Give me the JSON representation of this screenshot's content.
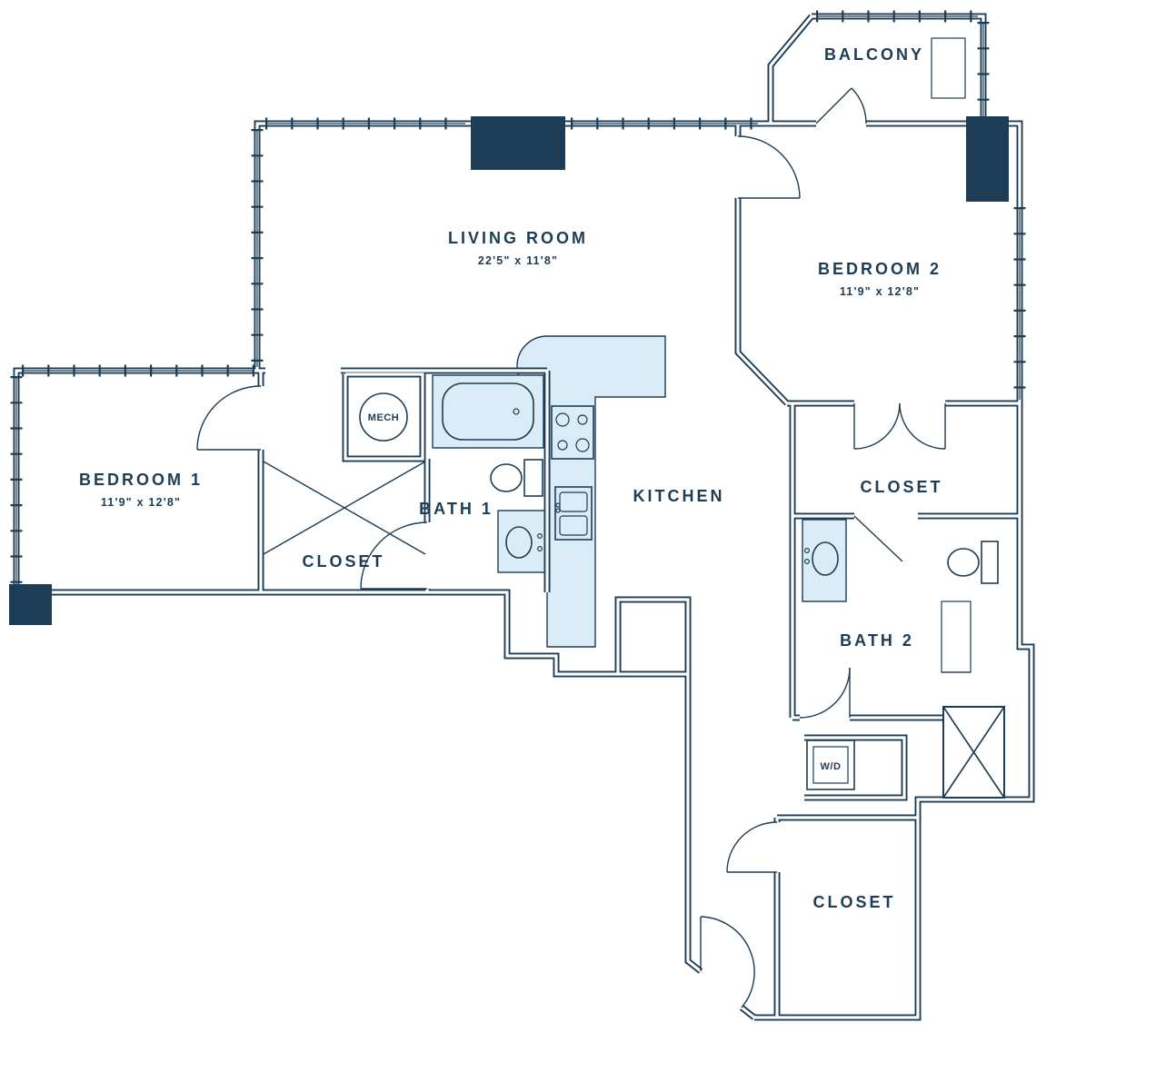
{
  "colors": {
    "wall": "#1d3c55",
    "fixture_fill": "#d9ecf8",
    "background": "#ffffff"
  },
  "labels": {
    "balcony": "BALCONY",
    "living_room": "LIVING ROOM",
    "living_room_dims": "22'5\" x 11'8\"",
    "bedroom_2": "BEDROOM 2",
    "bedroom_2_dims": "11'9\" x 12'8\"",
    "bedroom_1": "BEDROOM 1",
    "bedroom_1_dims": "11'9\" x 12'8\"",
    "bath_1": "BATH 1",
    "bath_2": "BATH 2",
    "kitchen": "KITCHEN",
    "closet_bedroom_1": "CLOSET",
    "closet_bedroom_2": "CLOSET",
    "closet_entry": "CLOSET",
    "mech": "MECH",
    "washer_dryer": "W/D"
  }
}
